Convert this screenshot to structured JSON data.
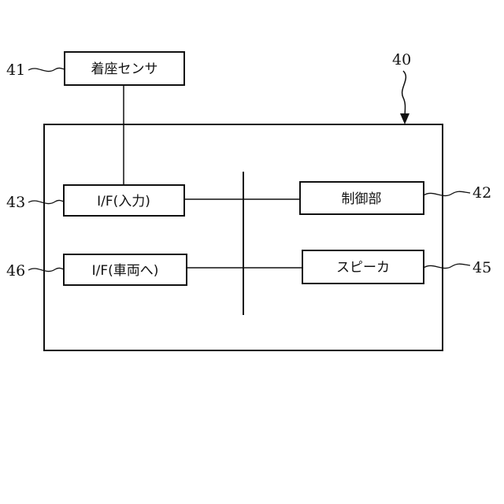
{
  "diagram": {
    "outer_ref": "40",
    "sensor": {
      "label": "着座センサ",
      "ref": "41"
    },
    "if_input": {
      "label": "I/F(入力)",
      "ref": "43"
    },
    "if_vehicle": {
      "label": "I/F(車両へ)",
      "ref": "46"
    },
    "controller": {
      "label": "制御部",
      "ref": "42"
    },
    "speaker": {
      "label": "スピーカ",
      "ref": "45"
    }
  }
}
